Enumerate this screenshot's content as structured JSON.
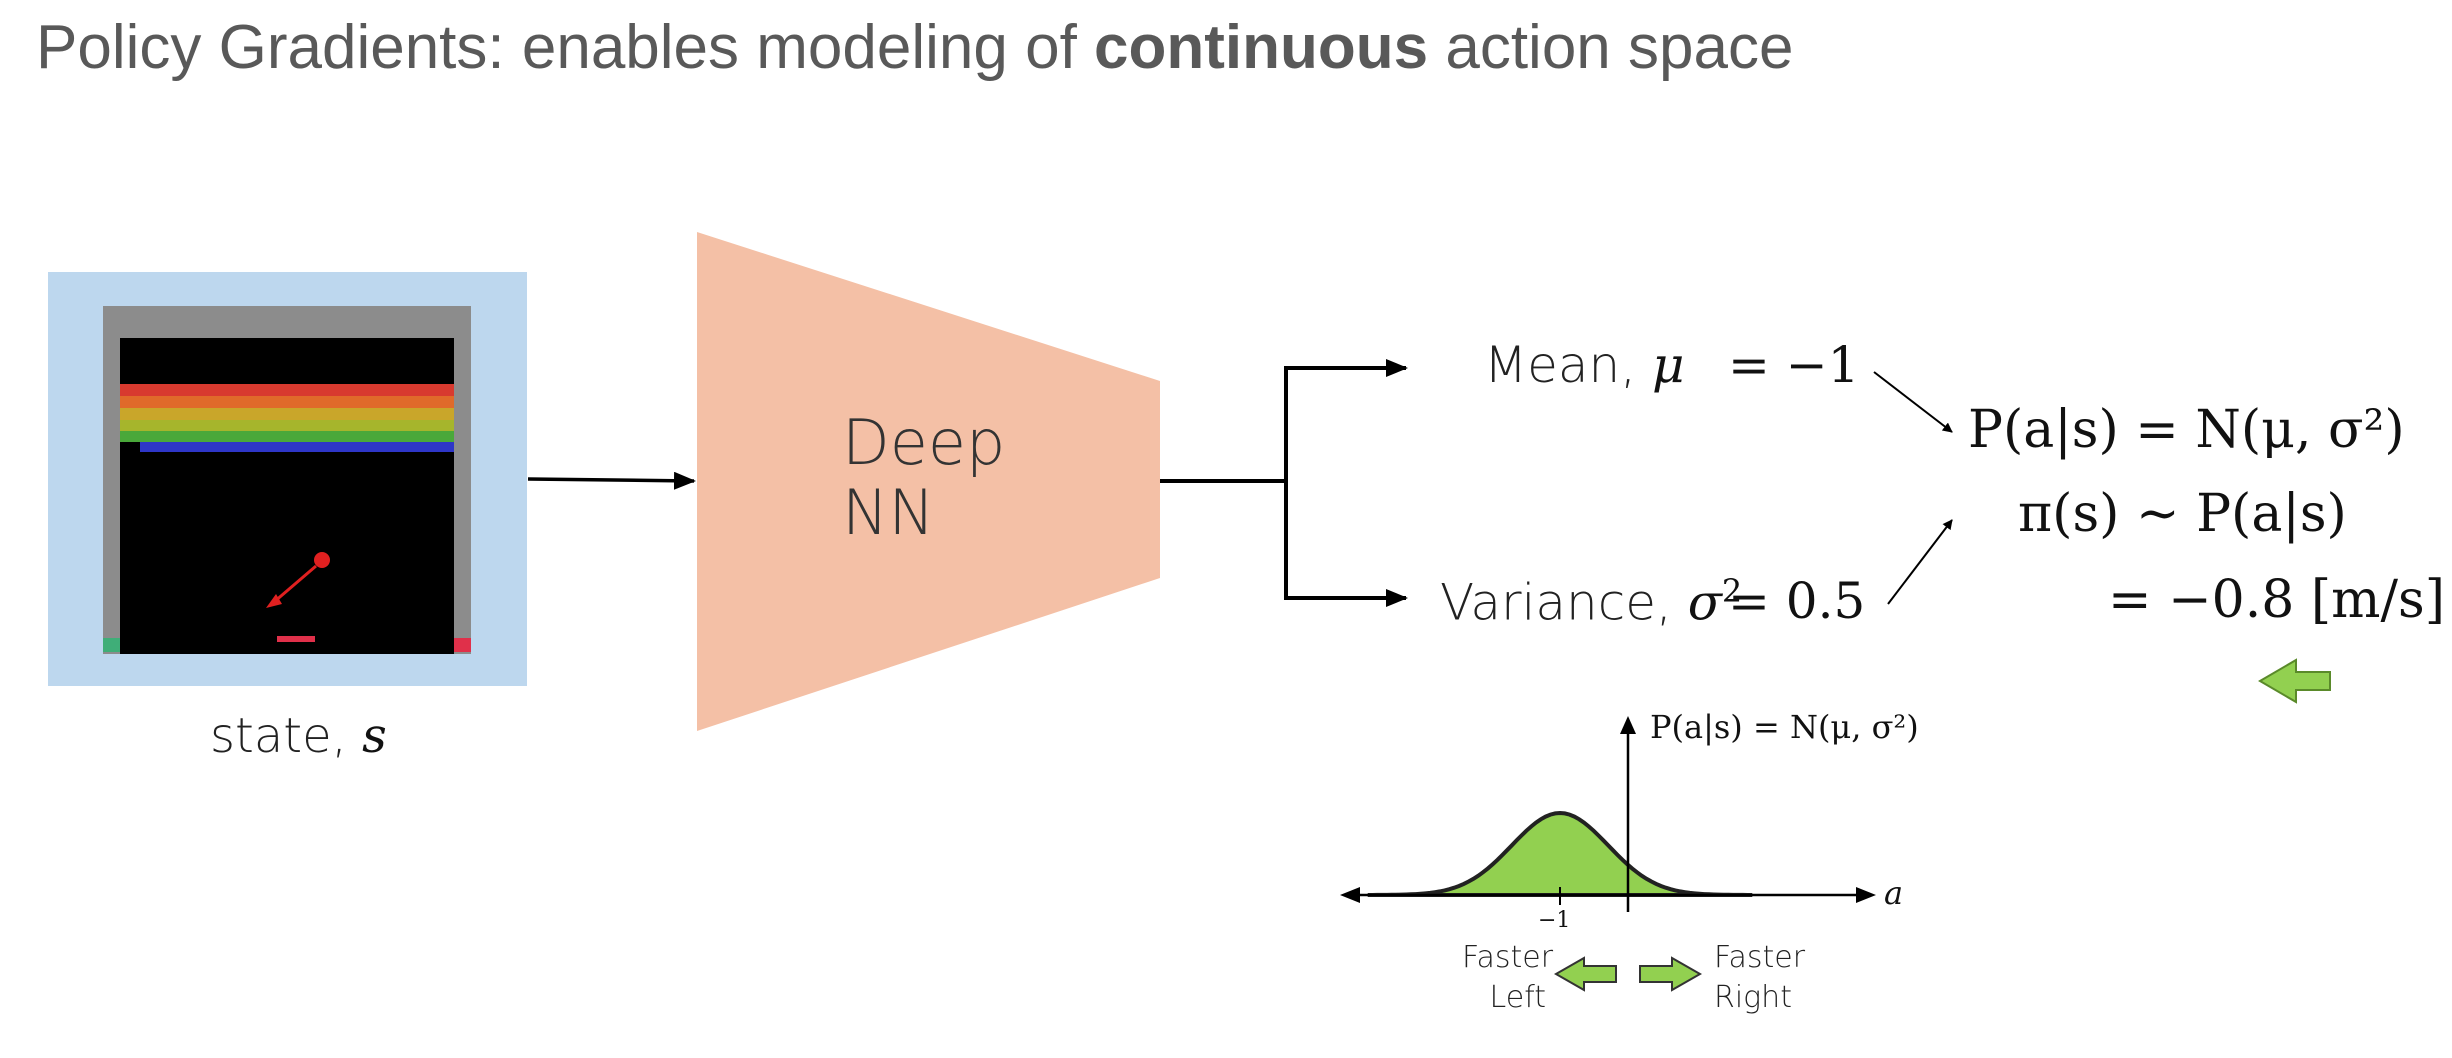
{
  "title": {
    "prefix": "Policy Gradients: enables modeling of ",
    "bold": "continuous",
    "suffix": " action space"
  },
  "state": {
    "label": "state, ",
    "symbol": "s"
  },
  "network": {
    "line1": "Deep",
    "line2": "NN"
  },
  "mean": {
    "label": "Mean, ",
    "symbol": "μ",
    "value": "= −1"
  },
  "variance": {
    "label": "Variance, ",
    "symbol": "σ",
    "exponent": "2",
    "value": "= 0.5"
  },
  "policy": {
    "line1": "P(a|s) = N(μ, σ²)",
    "line2": "π(s) ~ P(a|s)",
    "line3": "= −0.8 [m/s]"
  },
  "distribution": {
    "y_label": "P(a|s) = N(μ, σ²)",
    "x_label": "a",
    "tick": "−1",
    "mean": -1,
    "variance": 0.5,
    "fill_color": "#92d050"
  },
  "legend": {
    "left_line1": "Faster",
    "left_line2": "Left",
    "right_line1": "Faster",
    "right_line2": "Right"
  },
  "colors": {
    "network_fill": "#f4c0a6",
    "state_frame": "#bdd7ee",
    "arrow_green": "#92d050"
  }
}
